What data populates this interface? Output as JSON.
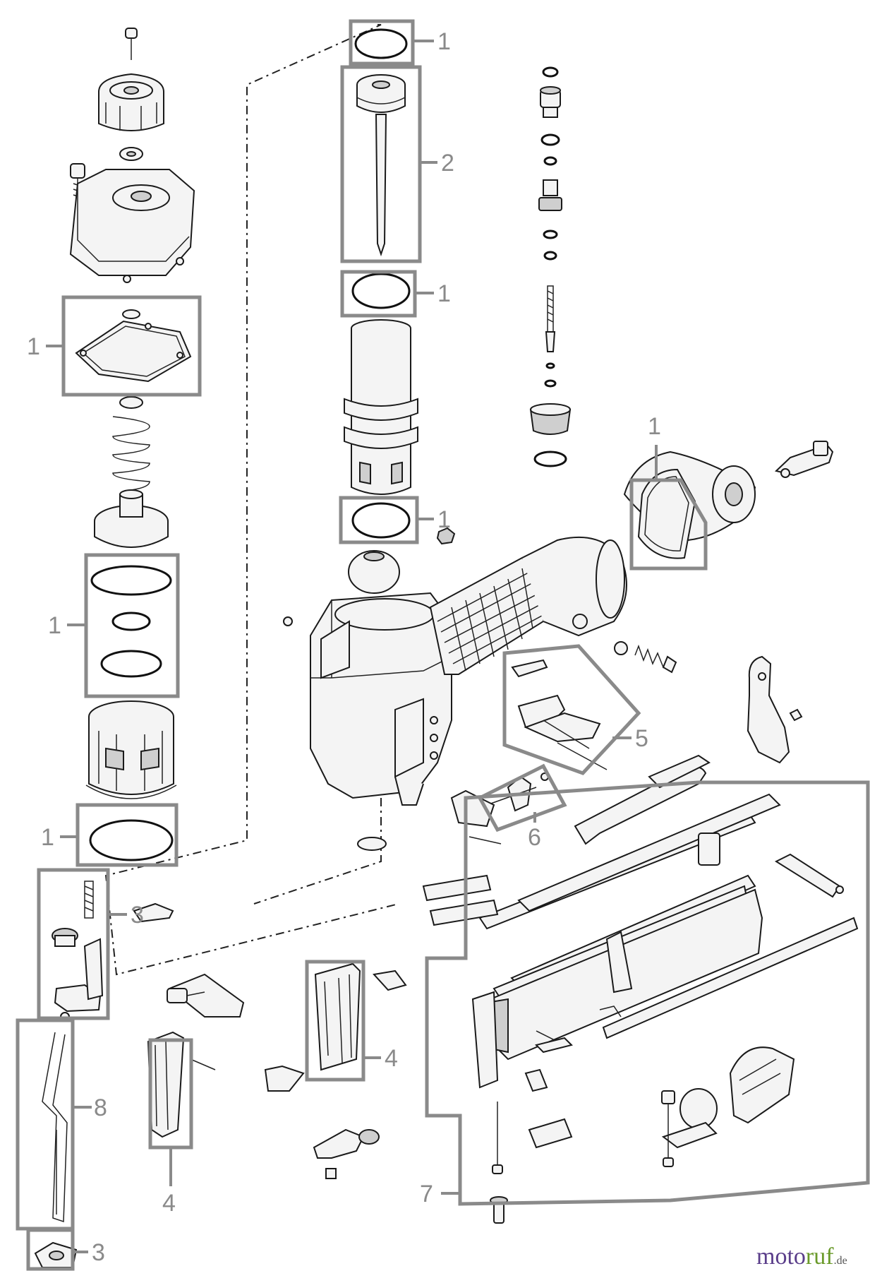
{
  "callouts": {
    "c1a": "1",
    "c1b": "1",
    "c1c": "1",
    "c1d": "1",
    "c1e": "1",
    "c1f": "1",
    "c1g": "1",
    "c2": "2",
    "c3a": "3",
    "c3b": "3",
    "c4a": "4",
    "c4b": "4",
    "c5": "5",
    "c6": "6",
    "c7": "7",
    "c8": "8"
  },
  "watermark": {
    "brand_a": "moto",
    "brand_b": "ruf",
    "suffix": ".de"
  },
  "colors": {
    "frame": "#8a8a8a",
    "line": "#1a1a1a",
    "watermark_purple": "#5a3d8a",
    "watermark_green": "#6a9a2a"
  }
}
